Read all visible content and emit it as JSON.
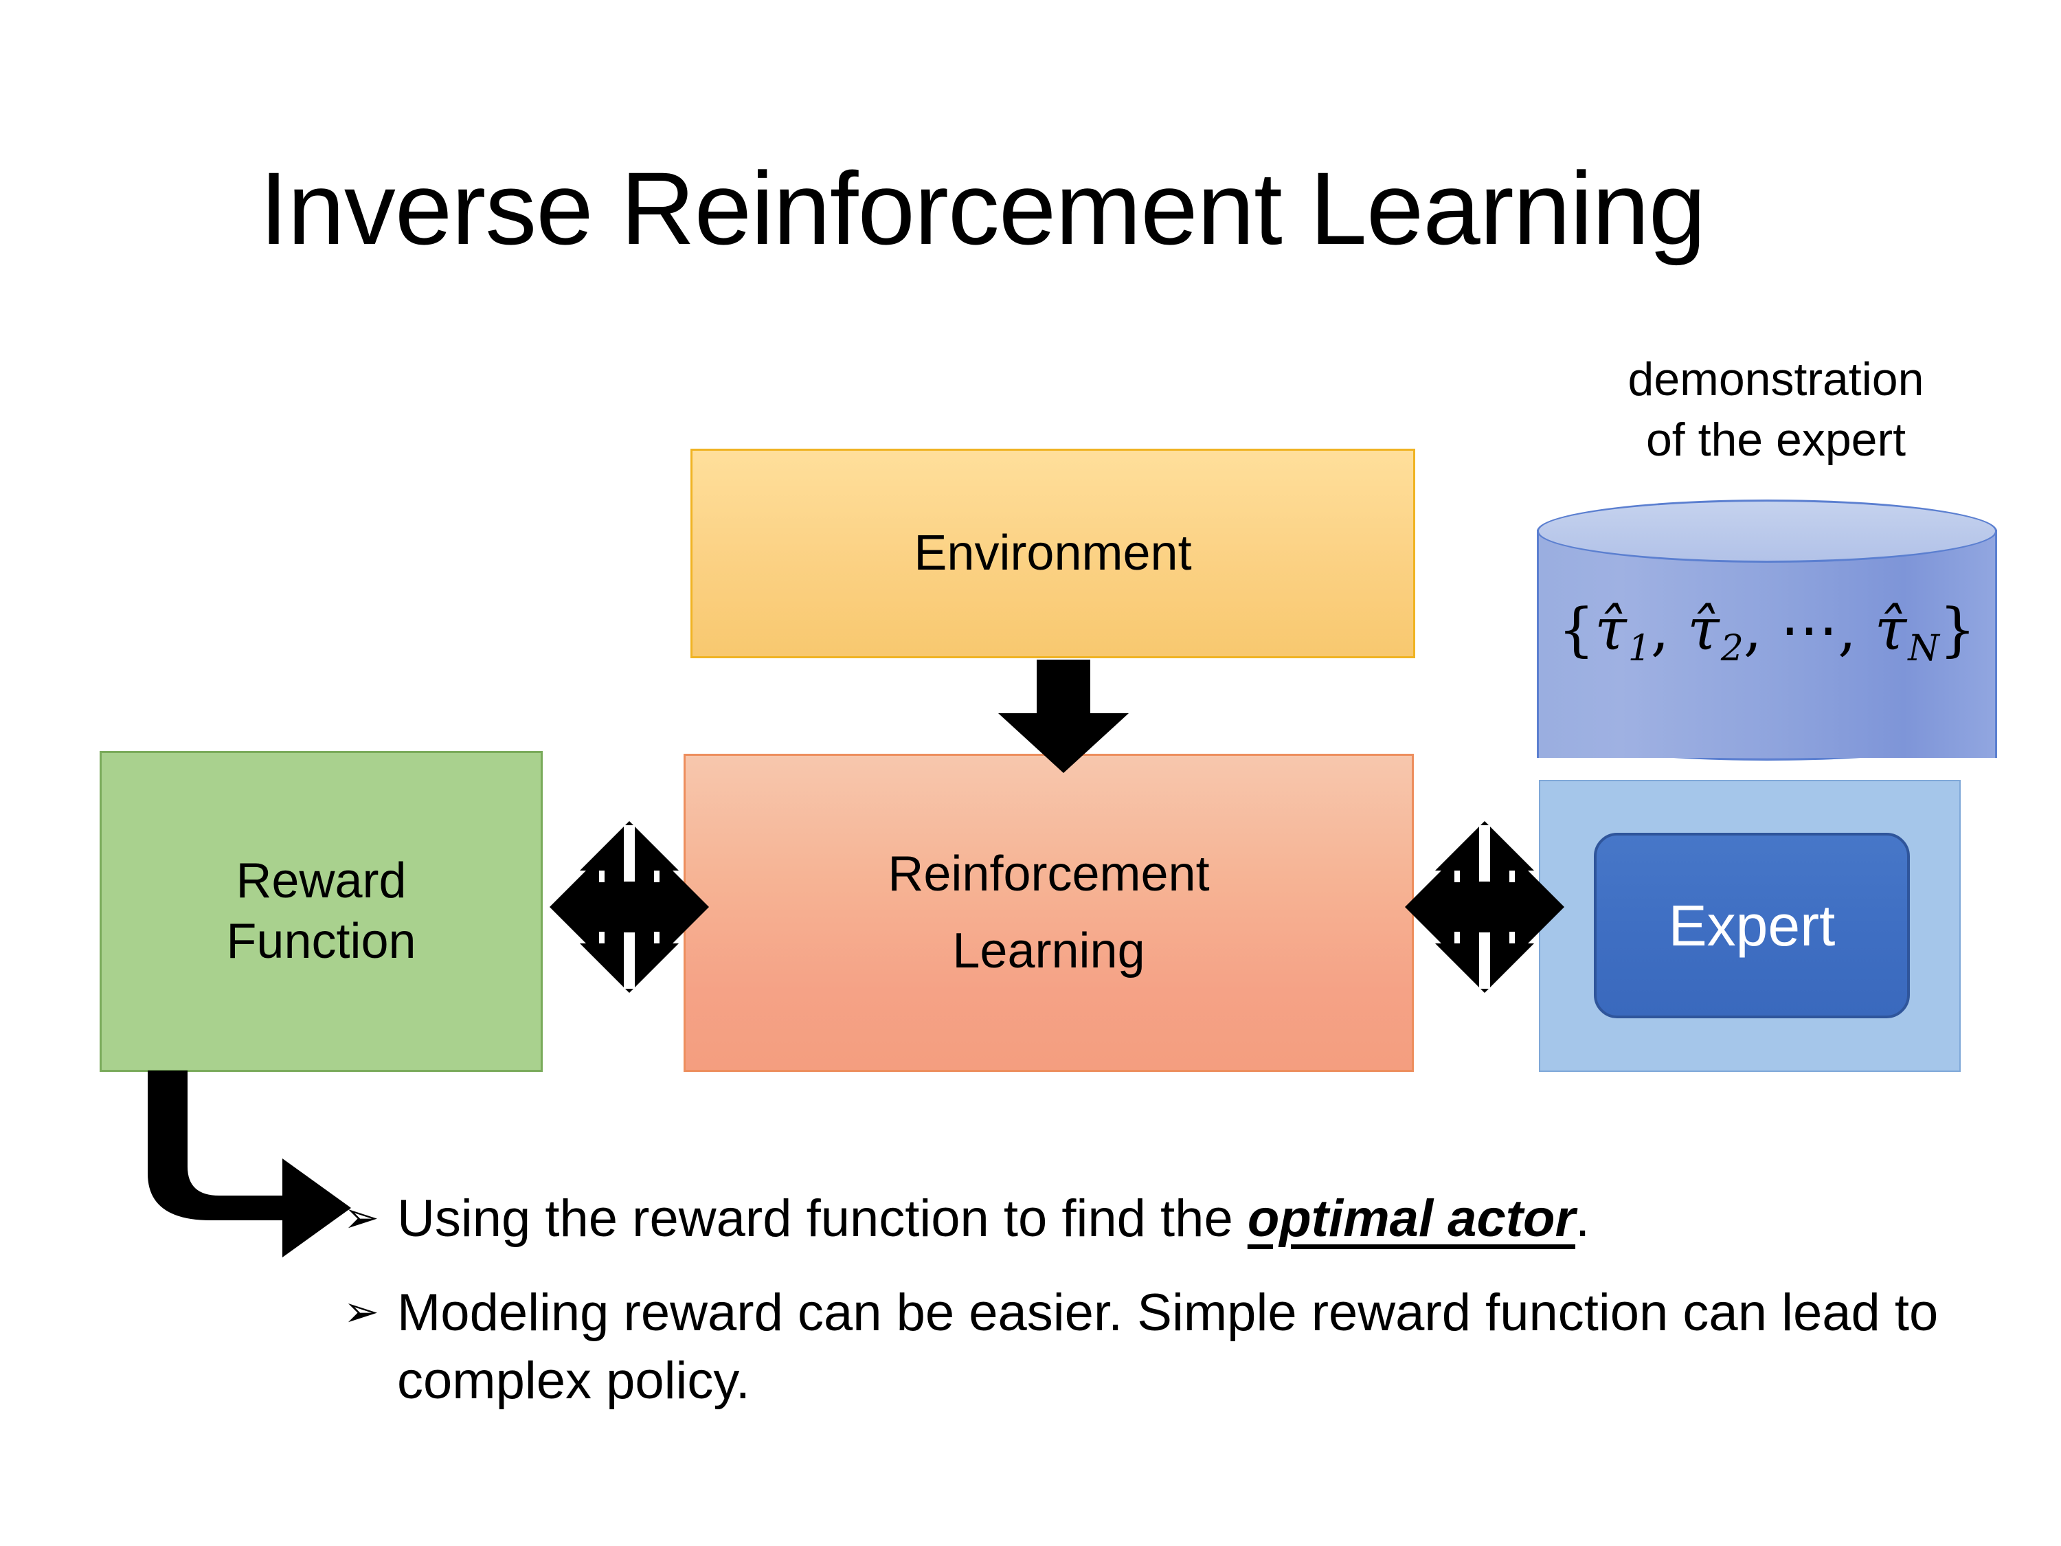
{
  "slide": {
    "title": "Inverse Reinforcement Learning",
    "background_color": "#ffffff"
  },
  "diagram": {
    "environment": {
      "label": "Environment",
      "fill_color": "#fbd183",
      "border_color": "#f0b323"
    },
    "reward_function": {
      "label_line1": "Reward",
      "label_line2": "Function",
      "fill_color": "#a9d18e",
      "border_color": "#7aab5b"
    },
    "reinforcement_learning": {
      "label_line1": "Reinforcement",
      "label_line2": "Learning",
      "fill_color": "#f5a286",
      "border_color": "#ed8e5d"
    },
    "demonstration": {
      "caption_line1": "demonstration",
      "caption_line2": "of the expert",
      "set_open_brace": "{",
      "set_close_brace": "}",
      "tau": "τ̂",
      "item_1_sub": "1",
      "item_2_sub": "2",
      "ellipsis": "⋯",
      "item_n_sub": "N",
      "separator": ", ",
      "cylinder_color": "#8fa4dd",
      "cylinder_border_color": "#5b7fd0"
    },
    "expert": {
      "label": "Expert",
      "fill_color": "#3f6fc3",
      "border_color": "#2f559b",
      "text_color": "#ffffff",
      "panel_color": "#a5c6ea"
    },
    "connectors": {
      "env_to_rl": "down-arrow",
      "reward_to_rl": "four-way-arrow",
      "rl_to_expert": "four-way-arrow",
      "reward_to_bullets": "elbow-arrow",
      "color": "#000000"
    }
  },
  "bullets": [
    {
      "marker": "➢",
      "text_before": "Using the reward function to find the ",
      "emphasis": "optimal actor",
      "text_after": "."
    },
    {
      "marker": "➢",
      "text_before": "Modeling reward can be easier. Simple reward function can lead to complex policy.",
      "emphasis": "",
      "text_after": ""
    }
  ]
}
